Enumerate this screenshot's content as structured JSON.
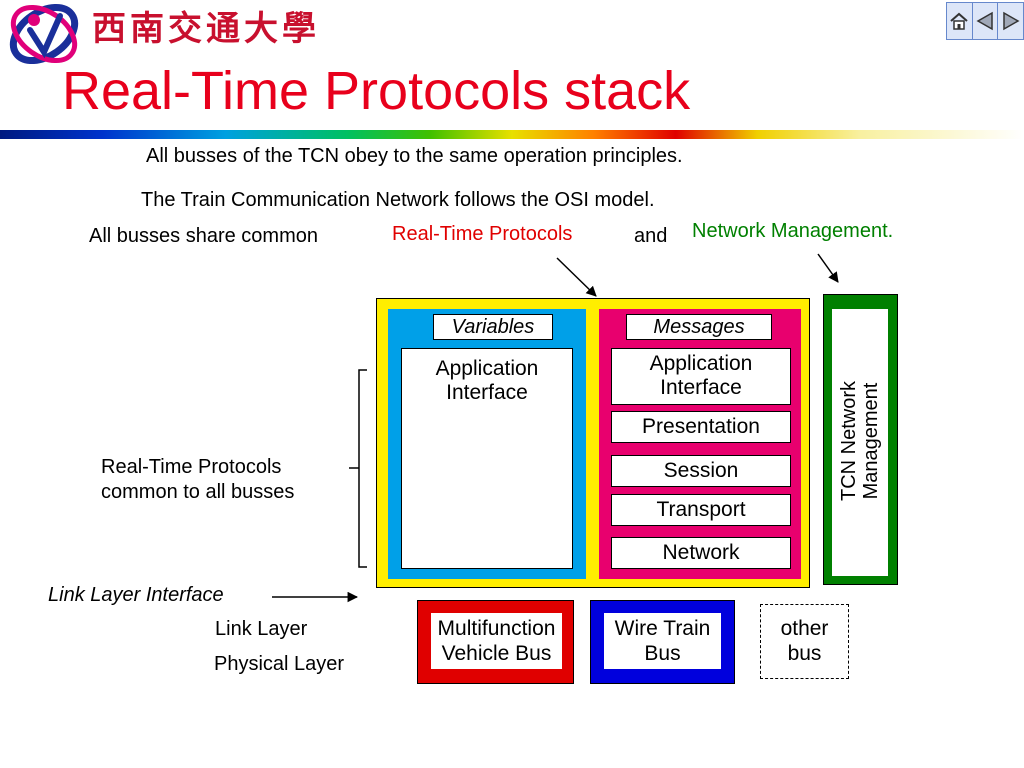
{
  "header": {
    "university": "西南交通大學",
    "title": "Real-Time Protocols stack"
  },
  "nav": {
    "icons": [
      "home-icon",
      "back-icon",
      "forward-icon"
    ]
  },
  "intro": {
    "line1": "All busses of the TCN obey to the same operation principles.",
    "line2": "The Train Communication Network follows the OSI model.",
    "line3_prefix": "All busses share common",
    "rtp_highlight": "Real-Time Protocols",
    "line3_and": "and",
    "nm_highlight": "Network Management."
  },
  "stack": {
    "variables_label": "Variables",
    "variables_app": [
      "Application",
      "Interface"
    ],
    "messages_label": "Messages",
    "messages_app": [
      "Application",
      "Interface"
    ],
    "layers": [
      "Presentation",
      "Session",
      "Transport",
      "Network"
    ],
    "tcn_mgmt": [
      "TCN Network",
      "Management"
    ]
  },
  "left_labels": {
    "rtp_common": [
      "Real-Time Protocols",
      "common to all busses"
    ],
    "link_iface": "Link Layer Interface",
    "link_layer": "Link Layer",
    "physical_layer": "Physical Layer"
  },
  "buses": [
    {
      "lines": [
        "Multifunction",
        "Vehicle Bus"
      ],
      "color": "#e00000"
    },
    {
      "lines": [
        "Wire Train",
        "Bus"
      ],
      "color": "#0000dd"
    },
    {
      "lines": [
        "other",
        "bus"
      ],
      "color": "dashed"
    }
  ],
  "colors": {
    "title": "#e8001c",
    "rtp_text": "#e00000",
    "nm_text": "#008000",
    "rtp_frame": "#ffee00",
    "variables_bg": "#00a0e8",
    "messages_bg": "#e8006e",
    "tcn_frame": "#008000"
  }
}
